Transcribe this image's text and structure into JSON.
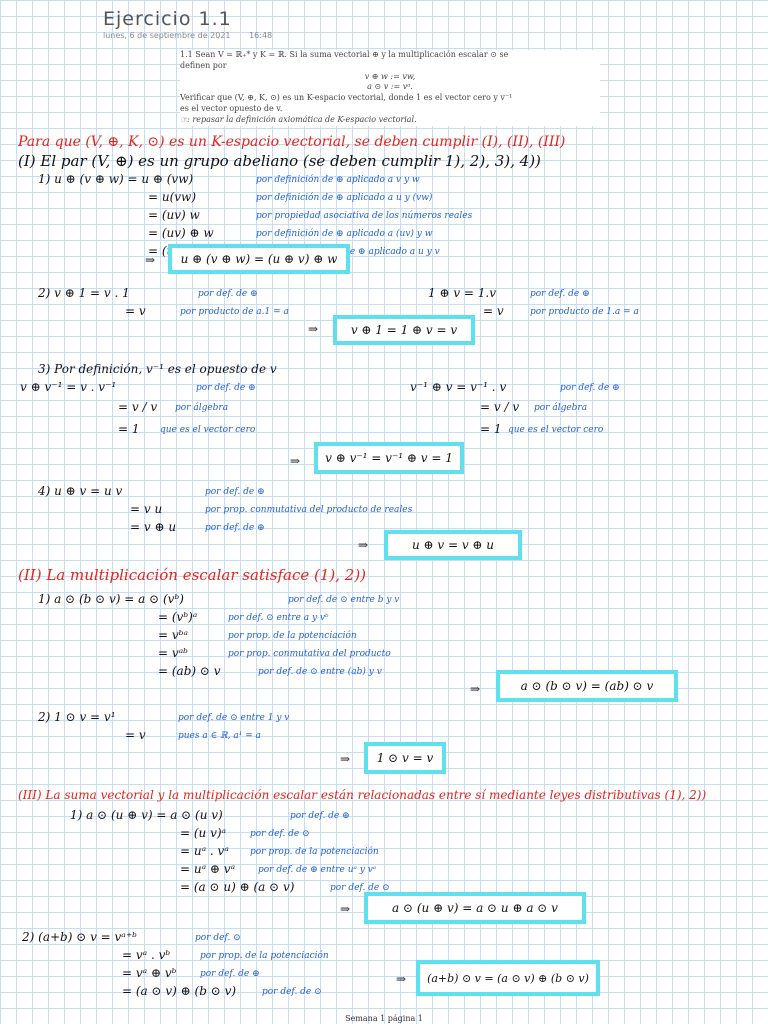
{
  "header": {
    "title": "Ejercicio 1.1",
    "date": "lunes, 6 de septiembre de 2021",
    "time": "16:48"
  },
  "problem": {
    "line1": "1.1 Sean V = ℝ₊* y K = ℝ. Si la suma vectorial ⊕ y la multiplicación escalar ⊙ se",
    "line2": "definen por",
    "eq1": "v ⊕ w := vw,",
    "eq2": "a ⊙ v := vᵃ.",
    "line3": "Verificar que (V, ⊕, K, ⊙) es un K-espacio vectorial, donde 1 es el vector cero y v⁻¹",
    "line4": "es el vector opuesto de v.",
    "hint": "☞: repasar la definición axiomática de K-espacio vectorial."
  },
  "notes": {
    "intro": "Para que (V, ⊕, K, ⊙) es un K-espacio vectorial, se deben cumplir (I), (II), (III)",
    "s1_head": "(I) El par (V, ⊕) es un grupo abeliano (se deben cumplir 1), 2), 3), 4))",
    "s1_1": {
      "l1": "1) u ⊕ (v ⊕ w) = u ⊕ (vw)",
      "c1": "por definición de ⊕ aplicado a v y w",
      "l2": "= u(vw)",
      "c2": "por definición de ⊕ aplicado a u y (vw)",
      "l3": "= (uv) w",
      "c3": "por propiedad asociativa de los números reales",
      "l4": "= (uv) ⊕ w",
      "c4": "por definición de ⊕ aplicado a (uv) y w",
      "l5": "= (u ⊕ v) ⊕ w",
      "c5": "por definición de ⊕ aplicado a u y v",
      "result": "u ⊕ (v ⊕ w) = (u ⊕ v) ⊕ w"
    },
    "s1_2": {
      "l1": "2) v ⊕ 1 = v . 1",
      "c1": "por def. de ⊕",
      "l2": "= v",
      "c2": "por producto de a.1 = a",
      "r1": "1 ⊕ v = 1.v",
      "rc1": "por def. de ⊕",
      "r2": "= v",
      "rc2": "por producto de 1.a = a",
      "result": "v ⊕ 1 = 1 ⊕ v = v"
    },
    "s1_3": {
      "head": "3) Por definición, v⁻¹ es el opuesto de v",
      "l1": "v ⊕ v⁻¹ = v . v⁻¹",
      "c1": "por def. de ⊕",
      "l2": "= v / v",
      "c2": "por álgebra",
      "l3": "= 1",
      "c3": "que es el vector cero",
      "r1": "v⁻¹ ⊕ v = v⁻¹ . v",
      "rc1": "por def. de ⊕",
      "r2": "= v / v",
      "rc2": "por álgebra",
      "r3": "= 1",
      "rc3": "que es el vector cero",
      "result": "v ⊕ v⁻¹ = v⁻¹ ⊕ v = 1"
    },
    "s1_4": {
      "l1": "4) u ⊕ v = u v",
      "c1": "por def. de ⊕",
      "l2": "= v u",
      "c2": "por prop. conmutativa del producto de reales",
      "l3": "= v ⊕ u",
      "c3": "por def. de ⊕",
      "result": "u ⊕ v = v ⊕ u"
    },
    "s2_head": "(II) La multiplicación escalar satisface (1), 2))",
    "s2_1": {
      "l1": "1) a ⊙ (b ⊙ v) = a ⊙ (vᵇ)",
      "c1": "por def. de ⊙ entre b y v",
      "l2": "= (vᵇ)ᵃ",
      "c2": "por def. ⊙ entre a y vᵇ",
      "l3": "= vᵇᵃ",
      "c3": "por prop. de la potenciación",
      "l4": "= vᵃᵇ",
      "c4": "por prop. conmutativa del producto",
      "l5": "= (ab) ⊙ v",
      "c5": "por def. de ⊙ entre (ab) y v",
      "result": "a ⊙ (b ⊙ v) = (ab) ⊙ v"
    },
    "s2_2": {
      "l1": "2) 1 ⊙ v = v¹",
      "c1": "por def. de ⊙ entre 1 y v",
      "l2": "= v",
      "c2": "pues a ∈ ℝ, a¹ = a",
      "result": "1 ⊙ v = v"
    },
    "s3_head": "(III) La suma vectorial y la multiplicación escalar están relacionadas entre sí mediante leyes distributivas (1), 2))",
    "s3_1": {
      "l1": "1) a ⊙ (u ⊕ v) = a ⊙ (u v)",
      "c1": "por def. de ⊕",
      "l2": "= (u v)ᵃ",
      "c2": "por def. de ⊙",
      "l3": "= uᵃ . vᵃ",
      "c3": "por prop. de la potenciación",
      "l4": "= uᵃ ⊕ vᵃ",
      "c4": "por def. de ⊕ entre uᵃ y vᵃ",
      "l5": "= (a ⊙ u) ⊕ (a ⊙ v)",
      "c5": "por def. de ⊙",
      "result": "a ⊙ (u ⊕ v) = a ⊙ u ⊕ a ⊙ v"
    },
    "s3_2": {
      "l1": "2) (a+b) ⊙ v = vᵃ⁺ᵇ",
      "c1": "por def. ⊙",
      "l2": "= vᵃ . vᵇ",
      "c2": "por prop. de la potenciación",
      "l3": "= vᵃ ⊕ vᵇ",
      "c3": "por def. de ⊕",
      "l4": "= (a ⊙ v) ⊕ (b ⊙ v)",
      "c4": "por def. de ⊙",
      "result": "(a+b) ⊙ v = (a ⊙ v) ⊕ (b ⊙ v)"
    },
    "arrow": "⇒"
  },
  "footer": {
    "page": "Semana 1 página 1"
  },
  "colors": {
    "grid": "#c9dcf0",
    "ink_red": "#e0251c",
    "ink_blue": "#1f5fd1",
    "highlight": "#5fe0ef"
  }
}
